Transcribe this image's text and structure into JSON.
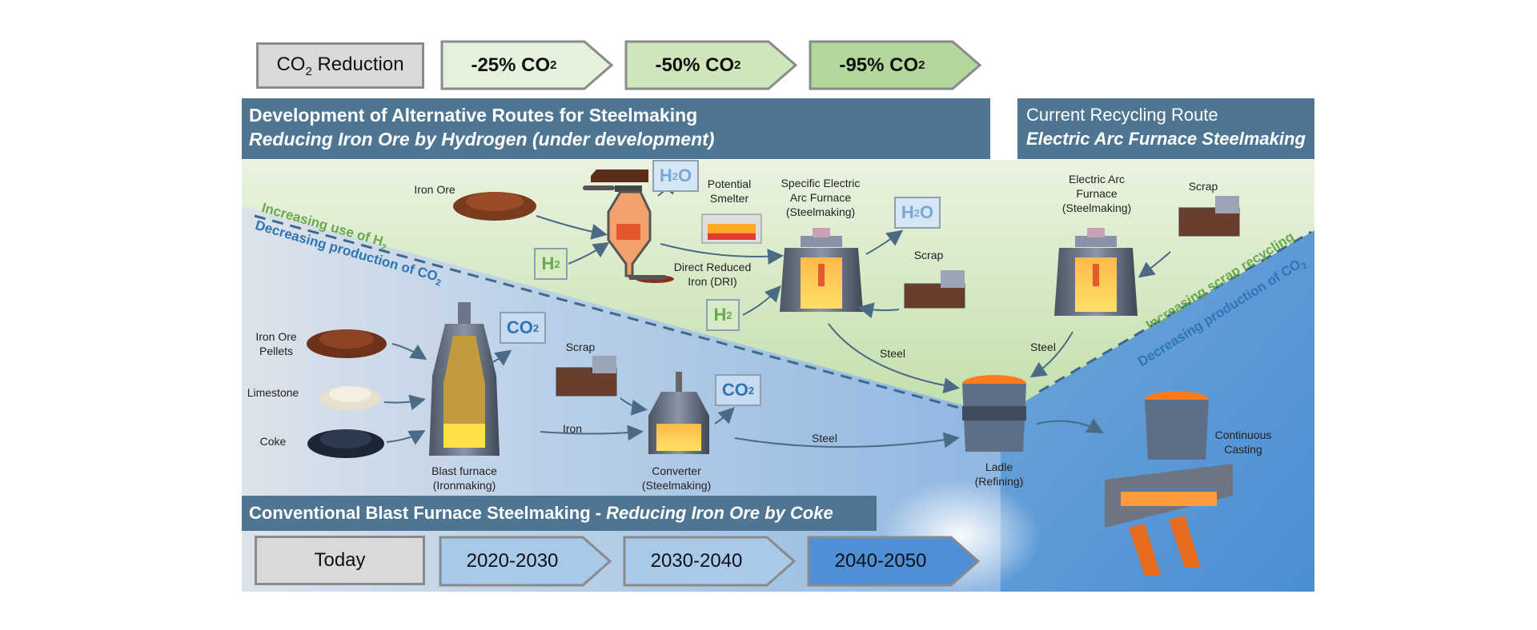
{
  "top_row": {
    "label": {
      "main": "CO",
      "sub": "2",
      "rest": " Reduction"
    },
    "steps": [
      {
        "prefix": "-25% CO",
        "sub": "2",
        "color": "#e6f1dc"
      },
      {
        "prefix": "-50% CO",
        "sub": "2",
        "color": "#cfe6bd"
      },
      {
        "prefix": "-95% CO",
        "sub": "2",
        "color": "#b3d79b"
      }
    ]
  },
  "bottom_row": {
    "label": "Today",
    "steps": [
      {
        "label": "2020-2030",
        "color": "#a9c9ea"
      },
      {
        "label": "2030-2040",
        "color": "#a9c9ea"
      },
      {
        "label": "2040-2050",
        "color": "#4e8fd6"
      }
    ]
  },
  "banners": {
    "alt_title": "Development of Alternative Routes for Steelmaking",
    "alt_subtitle": "Reducing Iron Ore by Hydrogen (under development)",
    "recycle_title": "Current Recycling Route",
    "recycle_subtitle": "Electric Arc Furnace Steelmaking",
    "conventional_main": "Conventional Blast Furnace Steelmaking - ",
    "conventional_italic": "Reducing Iron Ore by Coke"
  },
  "diagonal_labels": {
    "h2_increase": "Increasing use of H",
    "h2_sub": "2",
    "co2_decrease_left": "Decreasing production of CO",
    "co2_sub": "2",
    "scrap_increase": "Increasing scrap recycling",
    "co2_decrease_right": "Decreasing production of CO"
  },
  "labels": {
    "iron_ore": "Iron Ore",
    "potential_smelter": [
      "Potential",
      "Smelter"
    ],
    "specific_eaf": [
      "Specific Electric",
      "Arc Furnace",
      "(Steelmaking)"
    ],
    "dri": [
      "Direct Reduced",
      "Iron (DRI)"
    ],
    "scrap_mid": "Scrap",
    "steel_mid": "Steel",
    "eaf": [
      "Electric Arc",
      "Furnace",
      "(Steelmaking)"
    ],
    "scrap_right": "Scrap",
    "steel_right": "Steel",
    "pellets": [
      "Iron Ore",
      "Pellets"
    ],
    "limestone": "Limestone",
    "coke": "Coke",
    "scrap_left": "Scrap",
    "iron": "Iron",
    "steel_bottom": "Steel",
    "blast_furnace": [
      "Blast furnace",
      "(Ironmaking)"
    ],
    "converter": [
      "Converter",
      "(Steelmaking)"
    ],
    "ladle": [
      "Ladle",
      "(Refining)"
    ],
    "continuous_casting": [
      "Continuous",
      "Casting"
    ]
  },
  "gas_boxes": {
    "h2o_top": {
      "main": "H",
      "sub": "2",
      "rest": "O"
    },
    "h2o_mid": {
      "main": "H",
      "sub": "2",
      "rest": "O"
    },
    "h2_left": {
      "main": "H",
      "sub": "2",
      "rest": ""
    },
    "h2_mid": {
      "main": "H",
      "sub": "2",
      "rest": ""
    },
    "co2_bf": {
      "main": "CO",
      "sub": "2",
      "rest": ""
    },
    "co2_conv": {
      "main": "CO",
      "sub": "2",
      "rest": ""
    }
  },
  "colors": {
    "banner": "#4e7592",
    "green_zone": "#c5e0ae",
    "blue_zone": "#5b9bd5",
    "h2_text": "#6aa84f",
    "co2_text": "#2e75b6",
    "h2o_text": "#7aa7d8",
    "arrow": "#4a6a85"
  }
}
